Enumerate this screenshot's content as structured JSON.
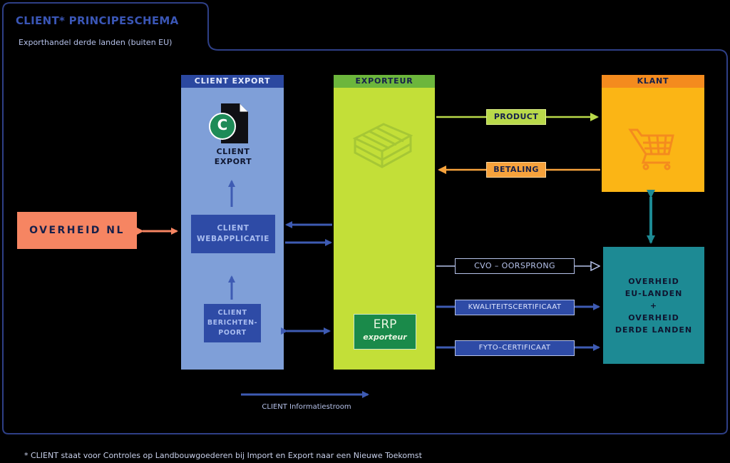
{
  "header": {
    "title": "CLIENT* PRINCIPESCHEMA",
    "subtitle": "Exporthandel derde landen (buiten EU)"
  },
  "columns": {
    "client_export": "CLIENT EXPORT",
    "exporteur": "EXPORTEUR",
    "klant": "KLANT"
  },
  "nodes": {
    "overheid_nl": "OVERHEID NL",
    "client_doc_line1": "CLIENT",
    "client_doc_line2": "EXPORT",
    "client_doc_icon_letter": "C",
    "webapp_line1": "CLIENT",
    "webapp_line2": "WEBAPPLICATIE",
    "berichten_line1": "CLIENT",
    "berichten_line2": "BERICHTEN-",
    "berichten_line3": "POORT",
    "erp_title": "ERP",
    "erp_sub": "exporteur",
    "overheid_eu_line1": "OVERHEID",
    "overheid_eu_line2": "EU-LANDEN",
    "overheid_plus": "+",
    "overheid_derde_line1": "OVERHEID",
    "overheid_derde_line2": "DERDE LANDEN"
  },
  "flows": {
    "product": "PRODUCT",
    "betaling": "BETALING",
    "cvo": "CVO – OORSPRONG",
    "kwaliteit": "KWALITEITSCERTIFICAAT",
    "fyto": "FYTO–CERTIFICAAT"
  },
  "legend": {
    "label": "CLIENT Informatiestroom"
  },
  "footnote": "* CLIENT staat voor Controles op Landbouwgoederen bij Import en Export naar een Nieuwe Toekomst",
  "colors": {
    "frame": "#2e3f86",
    "client_blue": "#7f9fd8",
    "client_head": "#2b48a0",
    "dark_blue_box": "#2e4ba6",
    "exporteur_green": "#c3df38",
    "exporteur_head": "#6cb63c",
    "klant_orange": "#fbb515",
    "klant_head": "#f48b1e",
    "overheid_nl": "#f68562",
    "overheid_teal": "#1d8a94",
    "erp_green": "#1a8a4a",
    "product_green": "#b9d94a",
    "betaling_orange": "#f6a23c",
    "arrow_blue": "#3e5bb3"
  }
}
